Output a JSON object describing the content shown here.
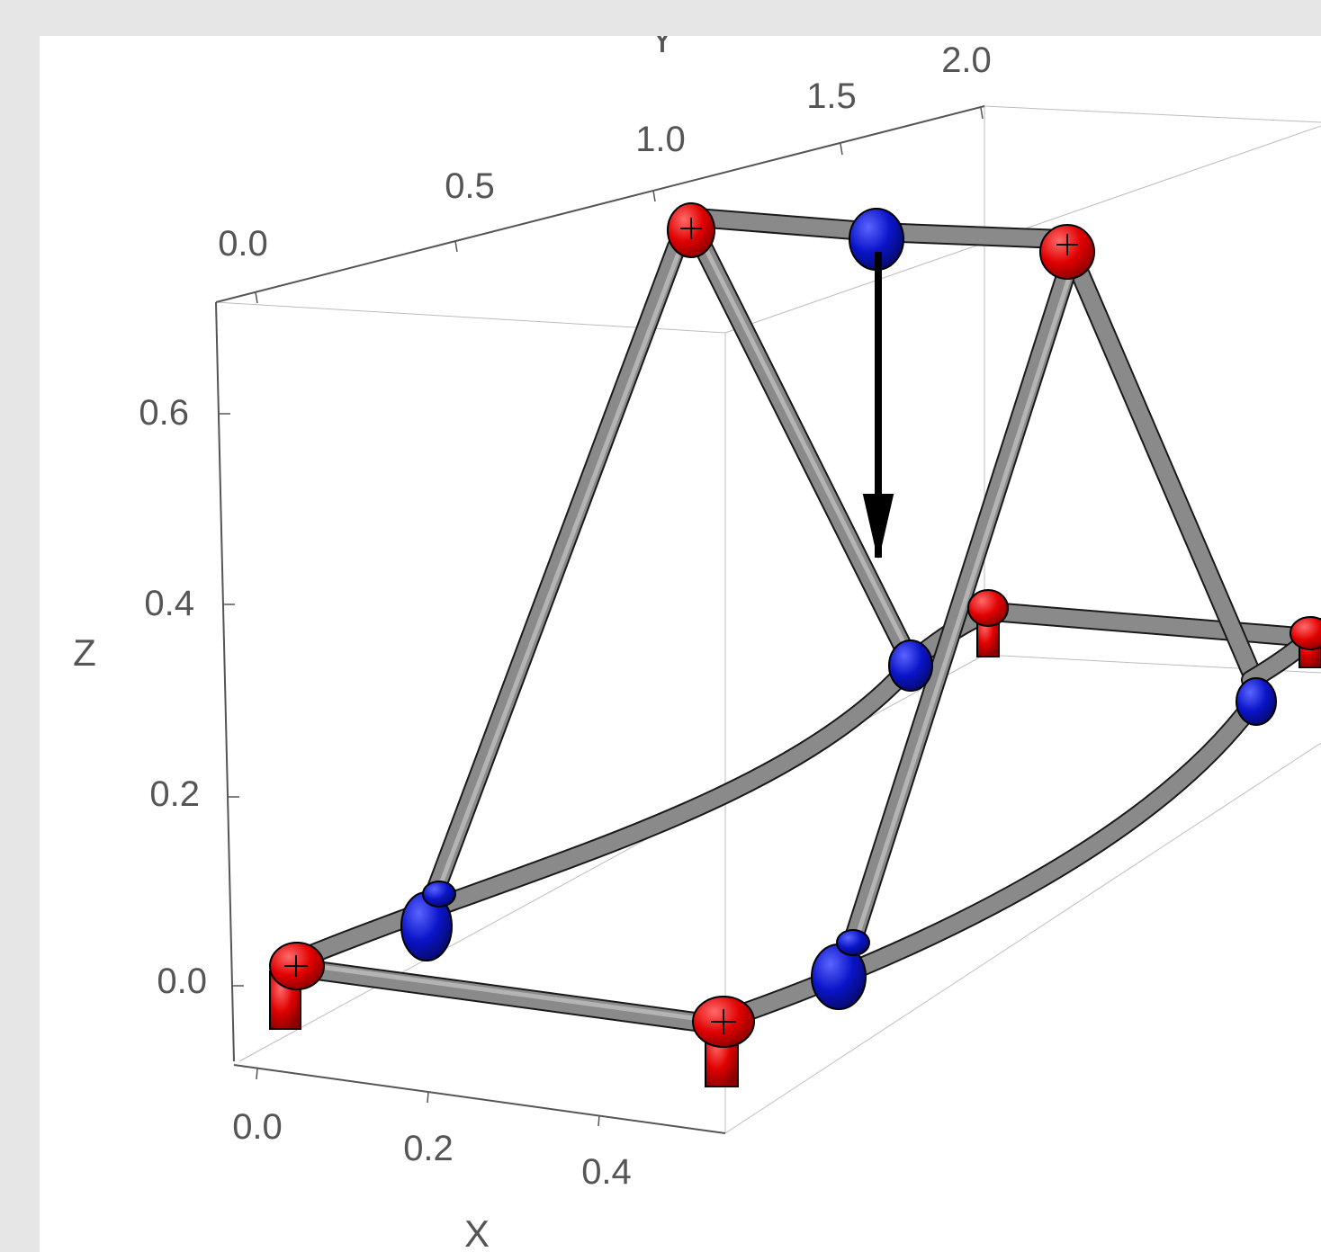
{
  "axes": {
    "x": {
      "label": "X",
      "ticks": [
        "0.0",
        "0.2",
        "0.4"
      ]
    },
    "y": {
      "label": "Y",
      "ticks": [
        "0.0",
        "0.5",
        "1.0",
        "1.5",
        "2.0"
      ]
    },
    "z": {
      "label": "Z",
      "ticks": [
        "0.0",
        "0.2",
        "0.4",
        "0.6"
      ]
    }
  },
  "colors": {
    "background": "#e6e6e6",
    "plot_background": "#ffffff",
    "rod": "#8a8a8a",
    "fixed_joint": "#e00000",
    "free_joint": "#0a14c8",
    "load_arrow": "#000000"
  },
  "structure": {
    "type": "3d-truss",
    "fixed_joints": 6,
    "free_joints": 5,
    "load": "downward point load at top center joint"
  }
}
